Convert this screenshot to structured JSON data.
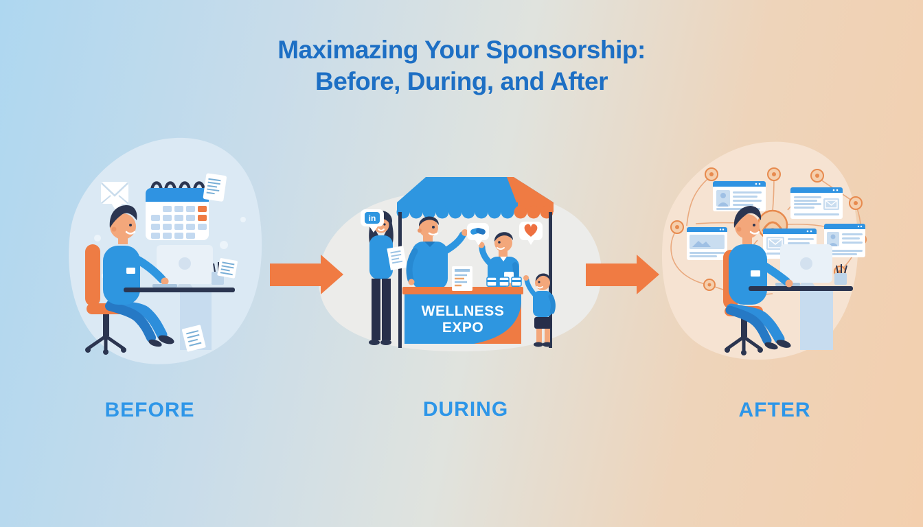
{
  "title": {
    "line1": "Maximazing Your Sponsorship:",
    "line2": "Before, During, and After"
  },
  "stages": {
    "before": {
      "label": "BEFORE",
      "icons": [
        "email-bubble-icon",
        "calendar-icon",
        "note-icon",
        "desktop-monitor",
        "document-icon"
      ]
    },
    "during": {
      "label": "DURING",
      "booth_sign_line1": "WELLNESS",
      "booth_sign_line2": "EXPO",
      "social_badge": "in",
      "icons": [
        "linkedin-speech-bubble",
        "handshake-speech-bubble",
        "heart-speech-bubble",
        "expo-booth",
        "flyer-icon",
        "cups-icon"
      ]
    },
    "after": {
      "label": "AFTER",
      "icons": [
        "browser-window",
        "email-icon",
        "avatar-icon",
        "broadcast-icon",
        "network-node",
        "desktop-monitor"
      ]
    }
  },
  "flow": {
    "arrow_count": 2,
    "direction": "left-to-right"
  },
  "colors": {
    "title_blue": "#1d6fc4",
    "label_blue": "#2e96e8",
    "primary_blue": "#2e96e0",
    "accent_orange": "#f07b43",
    "navy": "#2b3550",
    "skin": "#f3a77b",
    "bg_left": "#aed7f0",
    "bg_right": "#f3cfae",
    "blob_before": "#dbe9f4",
    "blob_during": "#ececea",
    "blob_after": "#f6e3d2"
  }
}
